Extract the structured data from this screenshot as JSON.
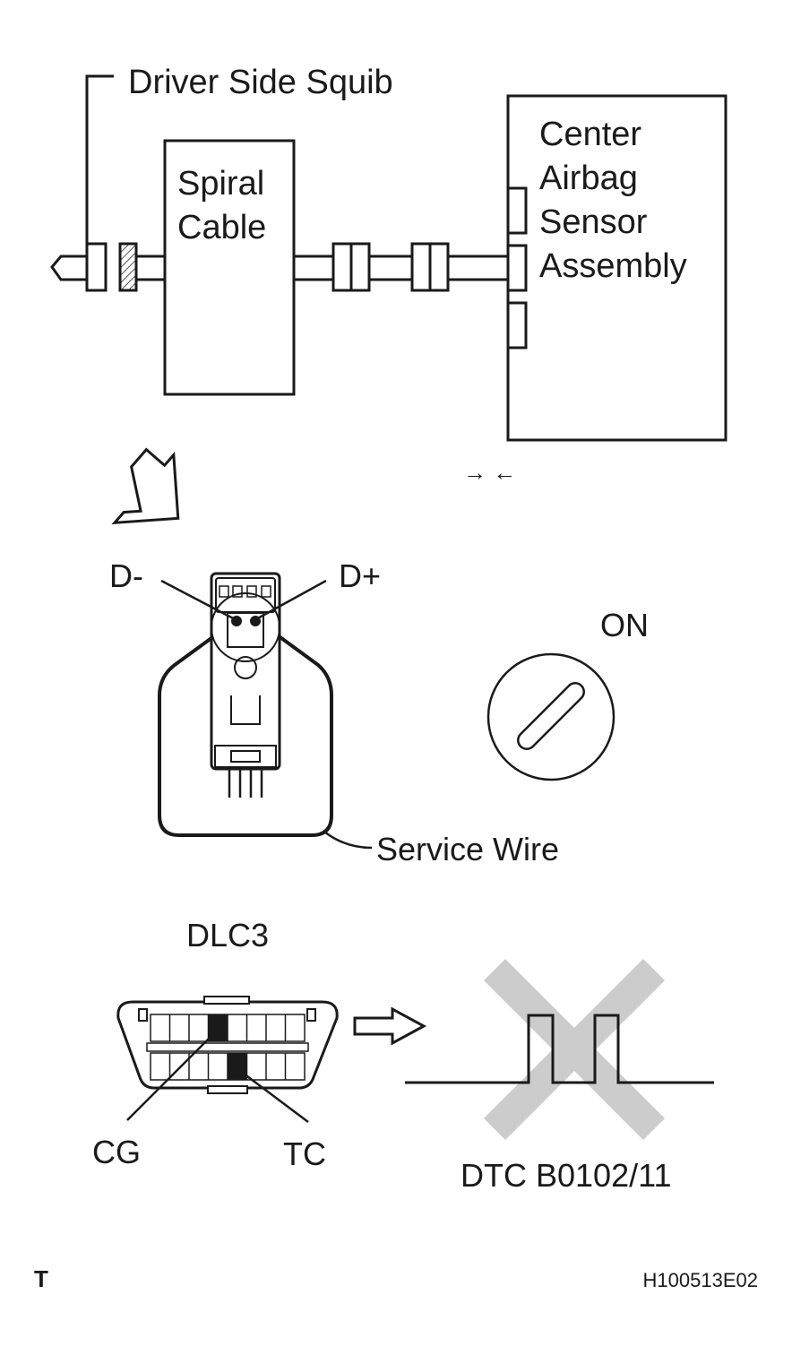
{
  "labels": {
    "driver_side_squib": "Driver Side Squib",
    "spiral_cable_line1": "Spiral",
    "spiral_cable_line2": "Cable",
    "center_line1": "Center",
    "center_line2": "Airbag",
    "center_line3": "Sensor",
    "center_line4": "Assembly",
    "gap_arrows": "→ ←",
    "d_minus": "D-",
    "d_plus": "D+",
    "ignition_on": "ON",
    "service_wire": "Service Wire",
    "dlc3": "DLC3",
    "cg": "CG",
    "tc": "TC",
    "dtc": "DTC B0102/11",
    "corner_mark": "T",
    "figure_id": "H100513E02"
  },
  "colors": {
    "line": "#1a1a1a",
    "cross": "#cccccc",
    "terminal_fill": "#1a1a1a"
  }
}
